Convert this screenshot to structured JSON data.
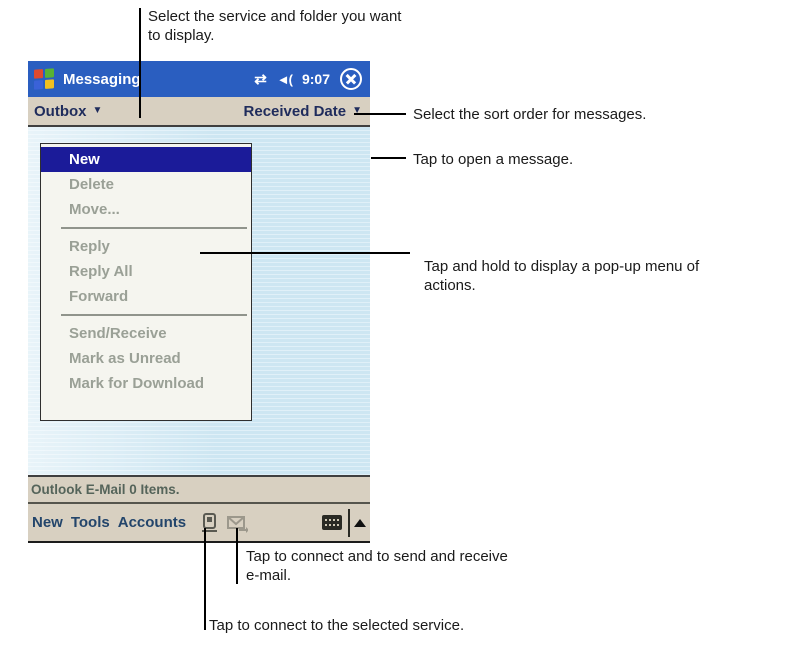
{
  "annotations": {
    "service_folder": {
      "line1": "Select the service and folder you want",
      "line2": "to display."
    },
    "sort_order": "Select the sort order for messages.",
    "open_message": "Tap to open a message.",
    "tap_hold": {
      "line1": "Tap and hold to display a pop-up menu of",
      "line2": "actions."
    },
    "send_receive": {
      "line1": "Tap to connect and to send and receive",
      "line2": "e-mail."
    },
    "connect_service": "Tap to connect to the selected service."
  },
  "device": {
    "titlebar": {
      "app_name": "Messaging",
      "time": "9:07",
      "sync_icon": "sync-arrows",
      "speaker_icon": "speaker",
      "close_icon": "close-x"
    },
    "menubar": {
      "folder": "Outbox",
      "sort": "Received Date",
      "arrow": "▼"
    },
    "popup": {
      "items": [
        {
          "label": "New",
          "selected": true
        },
        {
          "label": "Delete",
          "selected": false
        },
        {
          "label": "Move...",
          "selected": false
        },
        {
          "label": "Reply",
          "selected": false
        },
        {
          "label": "Reply All",
          "selected": false
        },
        {
          "label": "Forward",
          "selected": false
        },
        {
          "label": "Send/Receive",
          "selected": false
        },
        {
          "label": "Mark as Unread",
          "selected": false
        },
        {
          "label": "Mark for Download",
          "selected": false
        }
      ]
    },
    "statusbar": {
      "text": "Outlook E-Mail  0 Items."
    },
    "commandbar": {
      "menus": [
        "New",
        "Tools",
        "Accounts"
      ],
      "connect_icon": "connect-to-service",
      "send_receive_icon": "send-receive-mail",
      "keyboard_icon": "input-panel-keyboard"
    }
  },
  "glyphs": {
    "sync": "⇄",
    "speaker": "◄(",
    "arrow_down": "▼"
  },
  "colors": {
    "titlebar_blue": "#2a5ec0",
    "bar_tan": "#d8d0c1",
    "highlight_navy": "#1b1b99",
    "list_blue": "#cde6f2",
    "menu_text_navy": "#1f2c5c",
    "disabled_gray": "#9aa096"
  }
}
